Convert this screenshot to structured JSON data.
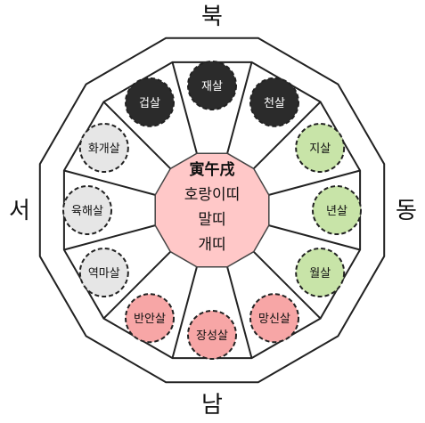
{
  "directions": {
    "north": "북",
    "south": "남",
    "west": "서",
    "east": "동"
  },
  "center": {
    "lines": [
      "寅午戌",
      "호랑이띠",
      "말띠",
      "개띠"
    ],
    "fill": "#ffc8c8"
  },
  "colors": {
    "dark": "#2b2b2b",
    "light": "#e6e6e6",
    "green": "#c8e4a8",
    "red": "#f7a6a6"
  },
  "sals": [
    {
      "name": "재살",
      "group": "dark"
    },
    {
      "name": "천살",
      "group": "dark"
    },
    {
      "name": "지살",
      "group": "green"
    },
    {
      "name": "년살",
      "group": "green"
    },
    {
      "name": "월살",
      "group": "green"
    },
    {
      "name": "망신살",
      "group": "red"
    },
    {
      "name": "장성살",
      "group": "red"
    },
    {
      "name": "반안살",
      "group": "red"
    },
    {
      "name": "역마살",
      "group": "light"
    },
    {
      "name": "육해살",
      "group": "light"
    },
    {
      "name": "화개살",
      "group": "light"
    },
    {
      "name": "겁살",
      "group": "dark"
    }
  ]
}
